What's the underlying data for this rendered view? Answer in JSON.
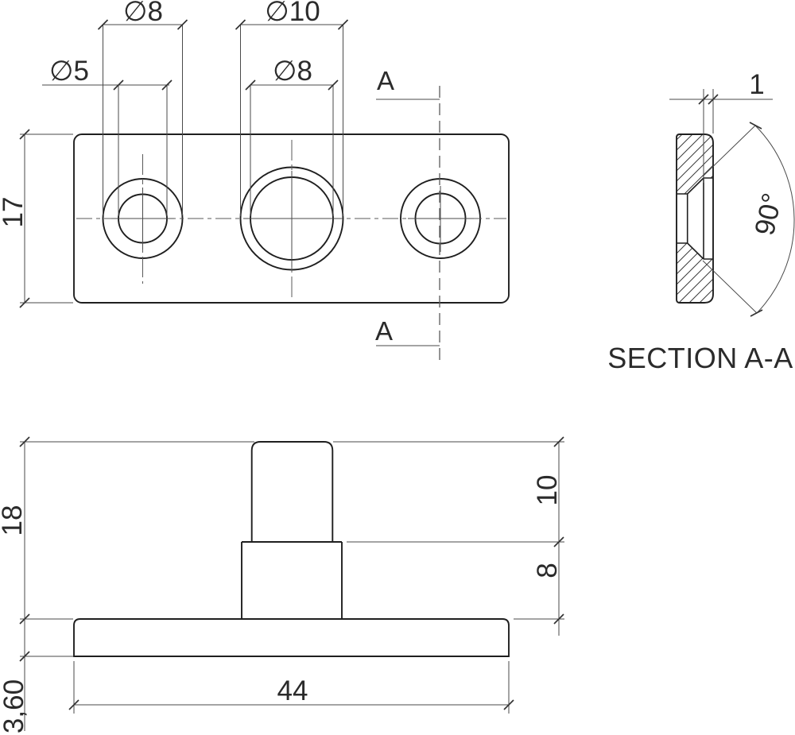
{
  "sheet": {
    "background": "#ffffff",
    "outline_color": "#1f1f1f",
    "dimension_color": "#4a4a4a",
    "hatch_color": "#3a3a3a"
  },
  "labels": {
    "dia8_hole1_outer": "∅8",
    "dia10_hole2_outer": "∅10",
    "dia5_hole1_inner": "∅5",
    "dia8_hole2_inner": "∅8",
    "plate_width_17": "17",
    "marker_a_upper": "A",
    "marker_a_lower": "A",
    "counterbore_depth_1": "1",
    "countersink_angle_90": "90°",
    "section_title": "SECTION A-A",
    "overall_height_18": "18",
    "post_height_10": "10",
    "boss_height_8": "8",
    "plate_length_44": "44",
    "plate_thickness_360": "3,60"
  },
  "part": {
    "description": "plate with three countersunk holes and stepped post, shown in top view, section A-A and front view",
    "holes": [
      {
        "outer": "∅8",
        "inner": "∅5"
      },
      {
        "outer": "∅10",
        "inner": "∅8"
      },
      {
        "outer": "∅8",
        "inner": "∅5"
      }
    ],
    "section": {
      "countersink_angle": "90°",
      "counterbore_depth": "1"
    },
    "front": {
      "heights": [
        "10",
        "8",
        "18"
      ],
      "length": "44",
      "thickness": "3,60"
    }
  }
}
